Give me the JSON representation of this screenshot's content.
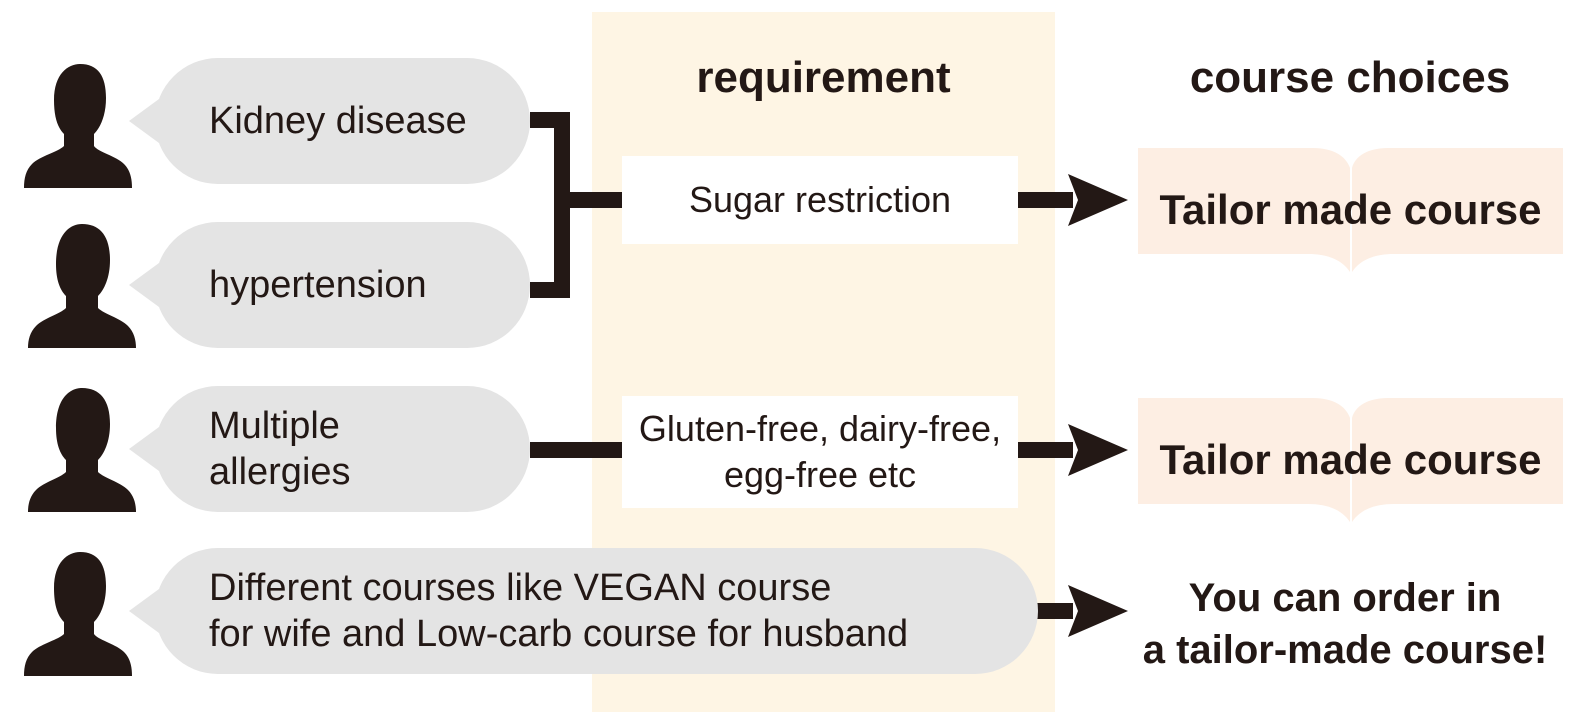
{
  "headings": {
    "requirement": "requirement",
    "course_choices": "course choices"
  },
  "icons": {
    "person": "person-silhouette-icon",
    "arrow": "arrow-right-icon",
    "menu": "open-book-icon"
  },
  "colors": {
    "requirement_column": "#fef5e4",
    "bubble": "#e4e4e4",
    "course_card": "#fdeee3",
    "ink": "#231815"
  },
  "rows": [
    {
      "bubble": "Kidney disease"
    },
    {
      "bubble": "hypertension"
    },
    {
      "bubble": "Multiple\nallergies"
    },
    {
      "bubble": "Different courses like VEGAN course\nfor wife and Low-carb course for husband"
    }
  ],
  "requirements": [
    {
      "label": "Sugar restriction"
    },
    {
      "label": "Gluten-free, dairy-free,\negg-free etc"
    }
  ],
  "courses": [
    {
      "label": "Tailor made course"
    },
    {
      "label": "Tailor made course"
    }
  ],
  "final_note": "You can order in\na tailor-made course!"
}
